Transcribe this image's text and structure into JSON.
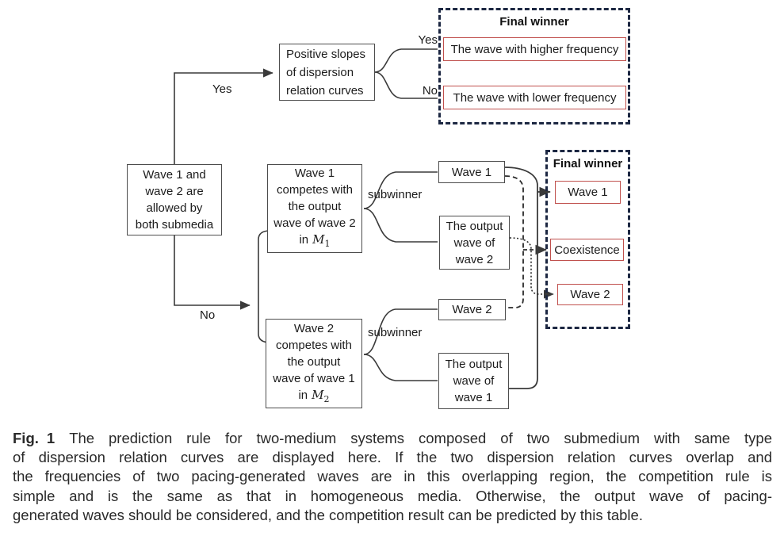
{
  "figure": {
    "root_box": "Wave 1 and\nwave 2 are\nallowed by\nboth submedia",
    "yes_branch_label": "Yes",
    "no_branch_label": "No",
    "slopes_box": "Positive slopes\nof dispersion\nrelation curves",
    "top_final": {
      "title": "Final winner",
      "yes_label": "Yes",
      "no_label": "No",
      "higher_box": "The wave with higher frequency",
      "lower_box": "The wave with lower frequency"
    },
    "compete1": {
      "body": "Wave 1\ncompetes with\nthe output\nwave of wave 2",
      "in_label": "in",
      "medium_symbol": "M",
      "medium_sub": "1"
    },
    "compete2": {
      "body": "Wave 2\ncompetes with\nthe output\nwave of wave 1",
      "in_label": "in",
      "medium_symbol": "M",
      "medium_sub": "2"
    },
    "subwinner1_label": "subwinner",
    "subwinner2_label": "subwinner",
    "wave1_box": "Wave 1",
    "output_wave2_box": "The output\nwave of\nwave 2",
    "wave2_box": "Wave 2",
    "output_wave1_box": "The output\nwave of\nwave 1",
    "right_final": {
      "title": "Final winner",
      "wave1_box": "Wave 1",
      "coexistence_box": "Coexistence",
      "wave2_box": "Wave 2"
    }
  },
  "caption": {
    "fig_label": "Fig.",
    "fig_number": "1",
    "line1": "The prediction rule for two-medium systems composed of two submedium with same type",
    "line2": "of dispersion relation curves are displayed here.  If the two dispersion relation curves overlap and",
    "line3": "the frequencies of two pacing-generated waves are in this overlapping region, the competition rule is",
    "line4": "simple and is the same as that in homogeneous media.  Otherwise, the output wave of pacing-",
    "line5": "generated waves should be considered, and the competition result can be predicted by this table."
  },
  "colors": {
    "plain_box_border": "#4d4d4d",
    "red_box_border": "#c0504d",
    "dashed_box_border": "#1c2742",
    "connector": "#3a3a3a"
  }
}
